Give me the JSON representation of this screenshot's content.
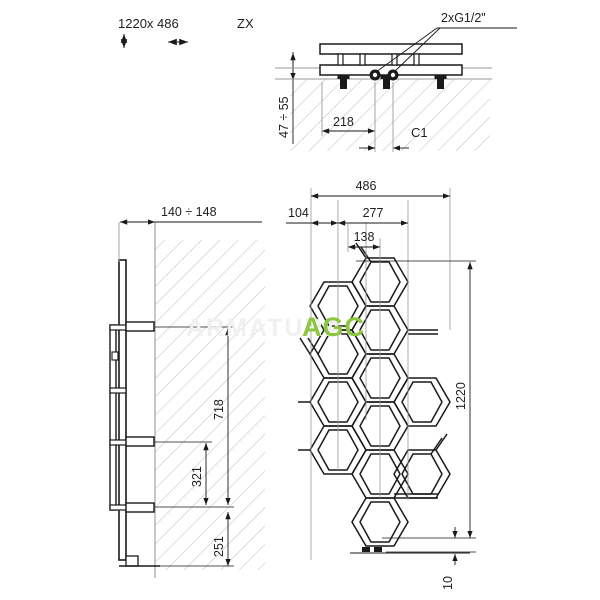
{
  "drawing": {
    "title_size": "1220x 486",
    "view_code": "ZX",
    "icon_vertical": "vertical-double-arrow",
    "icon_horizontal": "horizontal-double-arrow",
    "watermark": {
      "brand": "AGC",
      "faint": "ARMATURA",
      "brand_color": "#8dc63f",
      "faint_color": "#f0f0f0"
    },
    "line_color": "#1a1a1a",
    "hatch_color": "#b9b9b9",
    "axis_color": "#8c8c8c"
  },
  "top_view": {
    "name": "top-section-view",
    "callout_label": "2xG1/2\"",
    "dim_height": "47 ÷ 55",
    "dim_offset": "218",
    "dim_center": "C1"
  },
  "side_view": {
    "name": "left-side-view",
    "dim_depth": "140 ÷ 148",
    "dim_total": "718",
    "dim_mid": "321",
    "dim_lower": "251"
  },
  "front_view": {
    "name": "front-elevation-view",
    "dim_width": "486",
    "dim_left_offset": "104",
    "dim_inner": "277",
    "dim_cell": "138",
    "dim_height": "1220",
    "dim_foot": "10"
  }
}
